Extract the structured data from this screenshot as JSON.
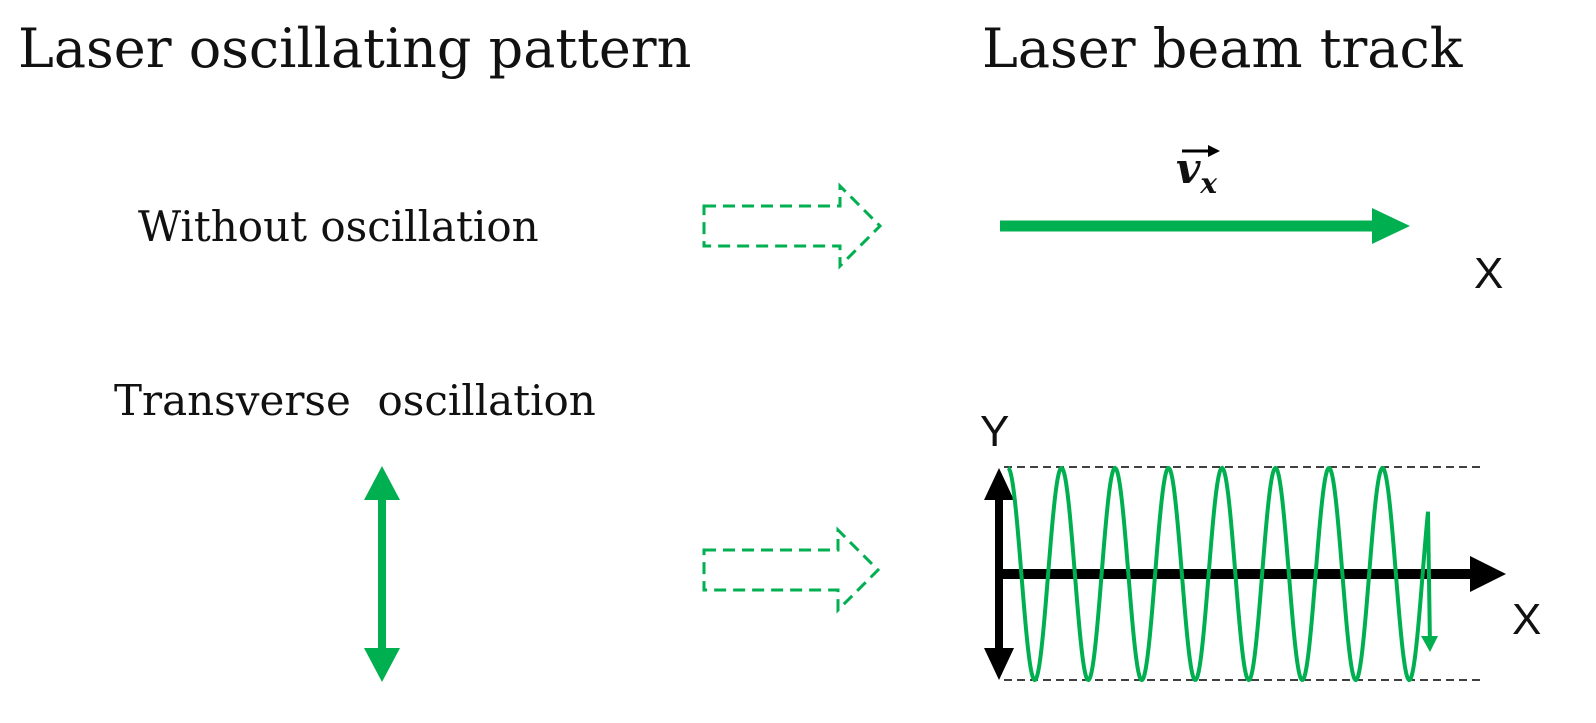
{
  "headings": {
    "left": "Laser oscillating pattern",
    "right": "Laser beam track"
  },
  "rows": [
    {
      "label": "Without oscillation",
      "track": {
        "velocity_symbol": "v",
        "velocity_subscript": "x",
        "axis_x_label": "X"
      }
    },
    {
      "label": "Transverse  oscillation",
      "track": {
        "axis_x_label": "X",
        "axis_y_label": "Y",
        "oscillation_cycles": 8
      }
    }
  ],
  "colors": {
    "beam": "#00b050",
    "axis": "#000000",
    "text": "#111111"
  }
}
